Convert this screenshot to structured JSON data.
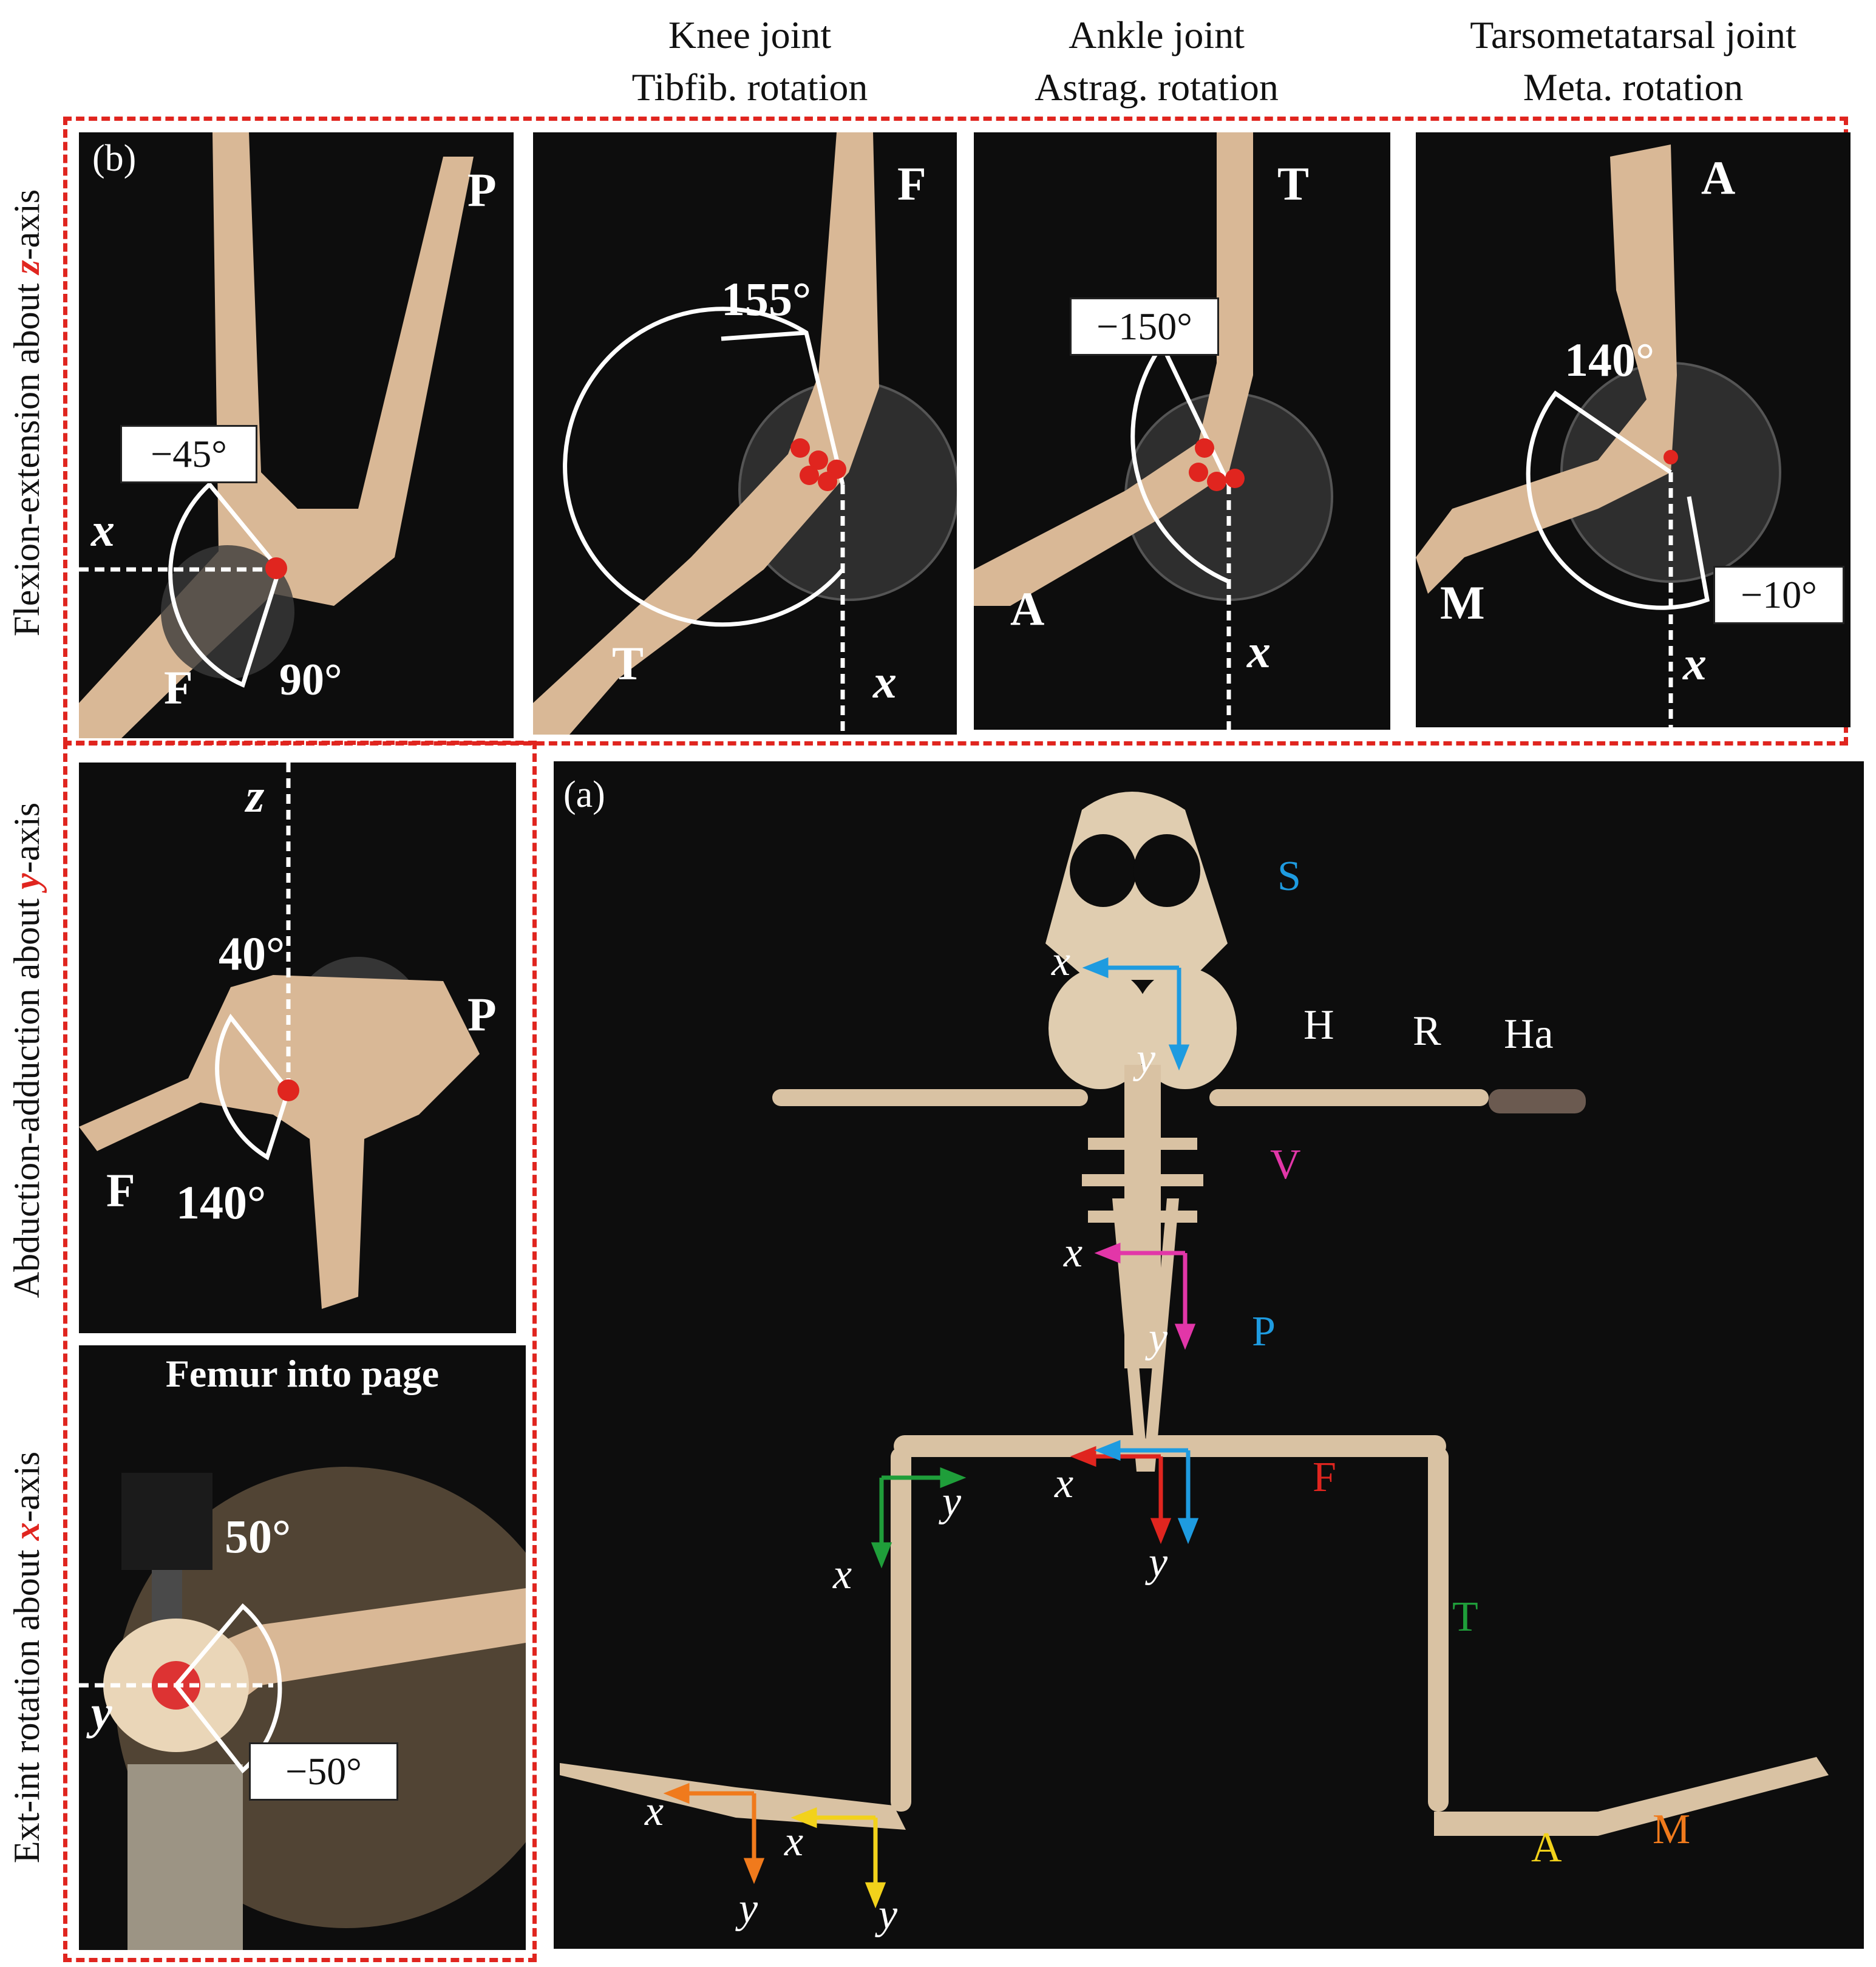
{
  "columns": [
    {
      "line1": "Knee joint",
      "line2": "Tibfib. rotation"
    },
    {
      "line1": "Ankle joint",
      "line2": "Astrag. rotation"
    },
    {
      "line1": "Tarsometatarsal joint",
      "line2": "Meta. rotation"
    }
  ],
  "rows": [
    {
      "prefix": "Flexion-extension about ",
      "axis": "z",
      "suffix": "-axis"
    },
    {
      "prefix": "Abduction-adduction about ",
      "axis": "y",
      "suffix": "-axis"
    },
    {
      "prefix": "Ext-int rotation about ",
      "axis": "x",
      "suffix": "-axis"
    }
  ],
  "panel_b": {
    "hip": {
      "tag": "(b)",
      "top_label": "P",
      "bottom_label": "F",
      "axis": "x",
      "neg": "−45°",
      "pos": "90°"
    },
    "knee": {
      "top_label": "F",
      "bottom_label": "T",
      "axis": "x",
      "angle": "155°"
    },
    "ankle": {
      "top_label": "T",
      "bottom_label": "A",
      "axis": "x",
      "angle": "−150°"
    },
    "tmt": {
      "top_label": "A",
      "bottom_label": "M",
      "axis": "x",
      "pos": "140°",
      "neg": "−10°"
    },
    "abduction": {
      "axis": "z",
      "top": "40°",
      "bottom": "140°",
      "right_label": "P",
      "left_label": "F"
    },
    "extint": {
      "title": "Femur into page",
      "pos": "50°",
      "neg": "−50°",
      "axis": "y"
    }
  },
  "panel_a": {
    "tag": "(a)",
    "labels": {
      "S": "S",
      "H": "H",
      "R": "R",
      "Ha": "Ha",
      "V": "V",
      "P": "P",
      "F": "F",
      "T": "T",
      "A": "A",
      "M": "M"
    },
    "axes": {
      "x": "x",
      "y": "y"
    },
    "colors": {
      "S": "#1e9be0",
      "V": "#e236a8",
      "P": "#1e9be0",
      "F": "#e0251f",
      "T": "#1f9e3a",
      "A": "#f2d21b",
      "M": "#f07a1c"
    }
  }
}
